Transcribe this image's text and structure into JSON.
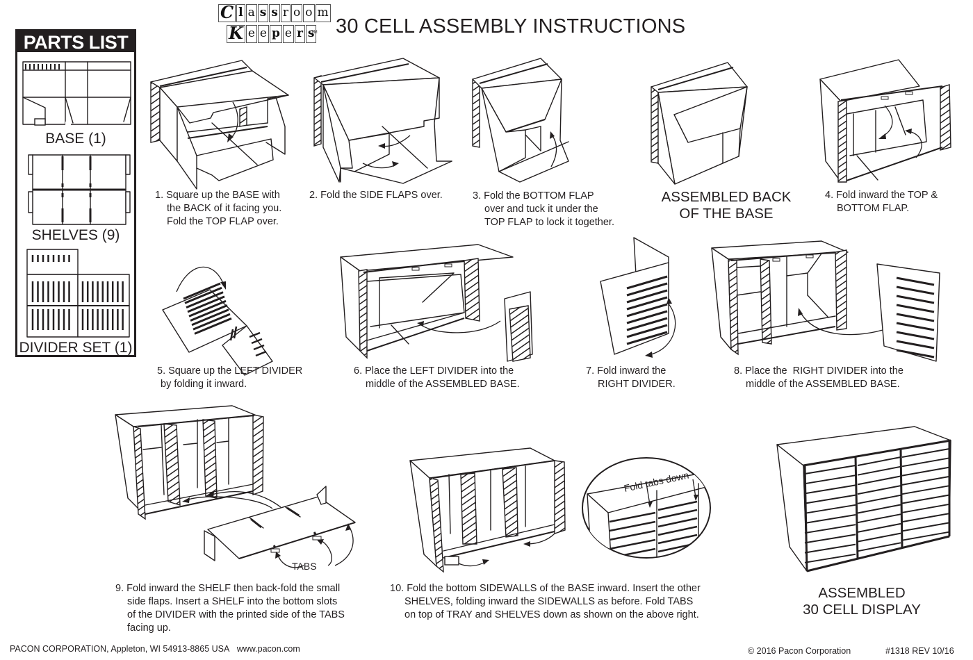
{
  "logo": {
    "line1": [
      "C",
      "l",
      "a",
      "s",
      "s",
      "r",
      "o",
      "o",
      "m"
    ],
    "line2": [
      "K",
      "e",
      "e",
      "p",
      "e",
      "r",
      "s"
    ],
    "trademark": "TM"
  },
  "title": "30 CELL ASSEMBLY INSTRUCTIONS",
  "parts_list": {
    "heading": "PARTS LIST",
    "items": [
      {
        "label": "BASE (1)",
        "icon": "base-flat-diagram"
      },
      {
        "label": "SHELVES (9)",
        "icon": "shelves-flat-diagram"
      },
      {
        "label": "DIVIDER SET (1)",
        "icon": "divider-set-flat-diagram"
      }
    ]
  },
  "steps": [
    {
      "number": "1.",
      "lines": [
        "Square up the BASE with",
        "the BACK of it facing you.",
        "Fold the TOP FLAP over."
      ]
    },
    {
      "number": "2.",
      "lines": [
        "Fold the SIDE FLAPS over."
      ]
    },
    {
      "number": "3.",
      "lines": [
        "Fold the BOTTOM FLAP",
        "over and tuck it under the",
        "TOP FLAP to lock it together."
      ]
    },
    {
      "number": "4.",
      "lines": [
        "Fold inward the TOP &",
        "BOTTOM FLAP."
      ]
    },
    {
      "number": "5.",
      "lines": [
        "Square up the LEFT DIVIDER",
        "by folding it inward."
      ]
    },
    {
      "number": "6.",
      "lines": [
        "Place the LEFT DIVIDER into the",
        "middle of the ASSEMBLED BASE."
      ]
    },
    {
      "number": "7.",
      "lines": [
        "Fold inward the",
        "RIGHT DIVIDER."
      ]
    },
    {
      "number": "8.",
      "lines": [
        "Place the  RIGHT DIVIDER into the",
        "middle of the ASSEMBLED BASE."
      ]
    },
    {
      "number": "9.",
      "lines": [
        "Fold inward the SHELF then back-fold the small",
        "side flaps. Insert a SHELF into the bottom slots",
        "of the DIVIDER with the printed side of the TABS",
        "facing up."
      ]
    },
    {
      "number": "10.",
      "lines": [
        "Fold the bottom SIDEWALLS of the BASE inward. Insert the other",
        "SHELVES, folding inward the SIDEWALLS as before. Fold TABS",
        "on top of TRAY and SHELVES down as shown on the above right."
      ]
    }
  ],
  "captions": {
    "assembled_back": [
      "ASSEMBLED BACK",
      "OF THE BASE"
    ],
    "assembled_display": [
      "ASSEMBLED",
      "30 CELL DISPLAY"
    ],
    "tabs_label": "TABS",
    "fold_tabs_label": "Fold tabs down"
  },
  "footer": {
    "company": "PACON CORPORATION, Appleton, WI 54913-8865 USA",
    "website": "www.pacon.com",
    "copyright": "© 2016 Pacon Corporation",
    "revision": "#1318 REV 10/16"
  }
}
